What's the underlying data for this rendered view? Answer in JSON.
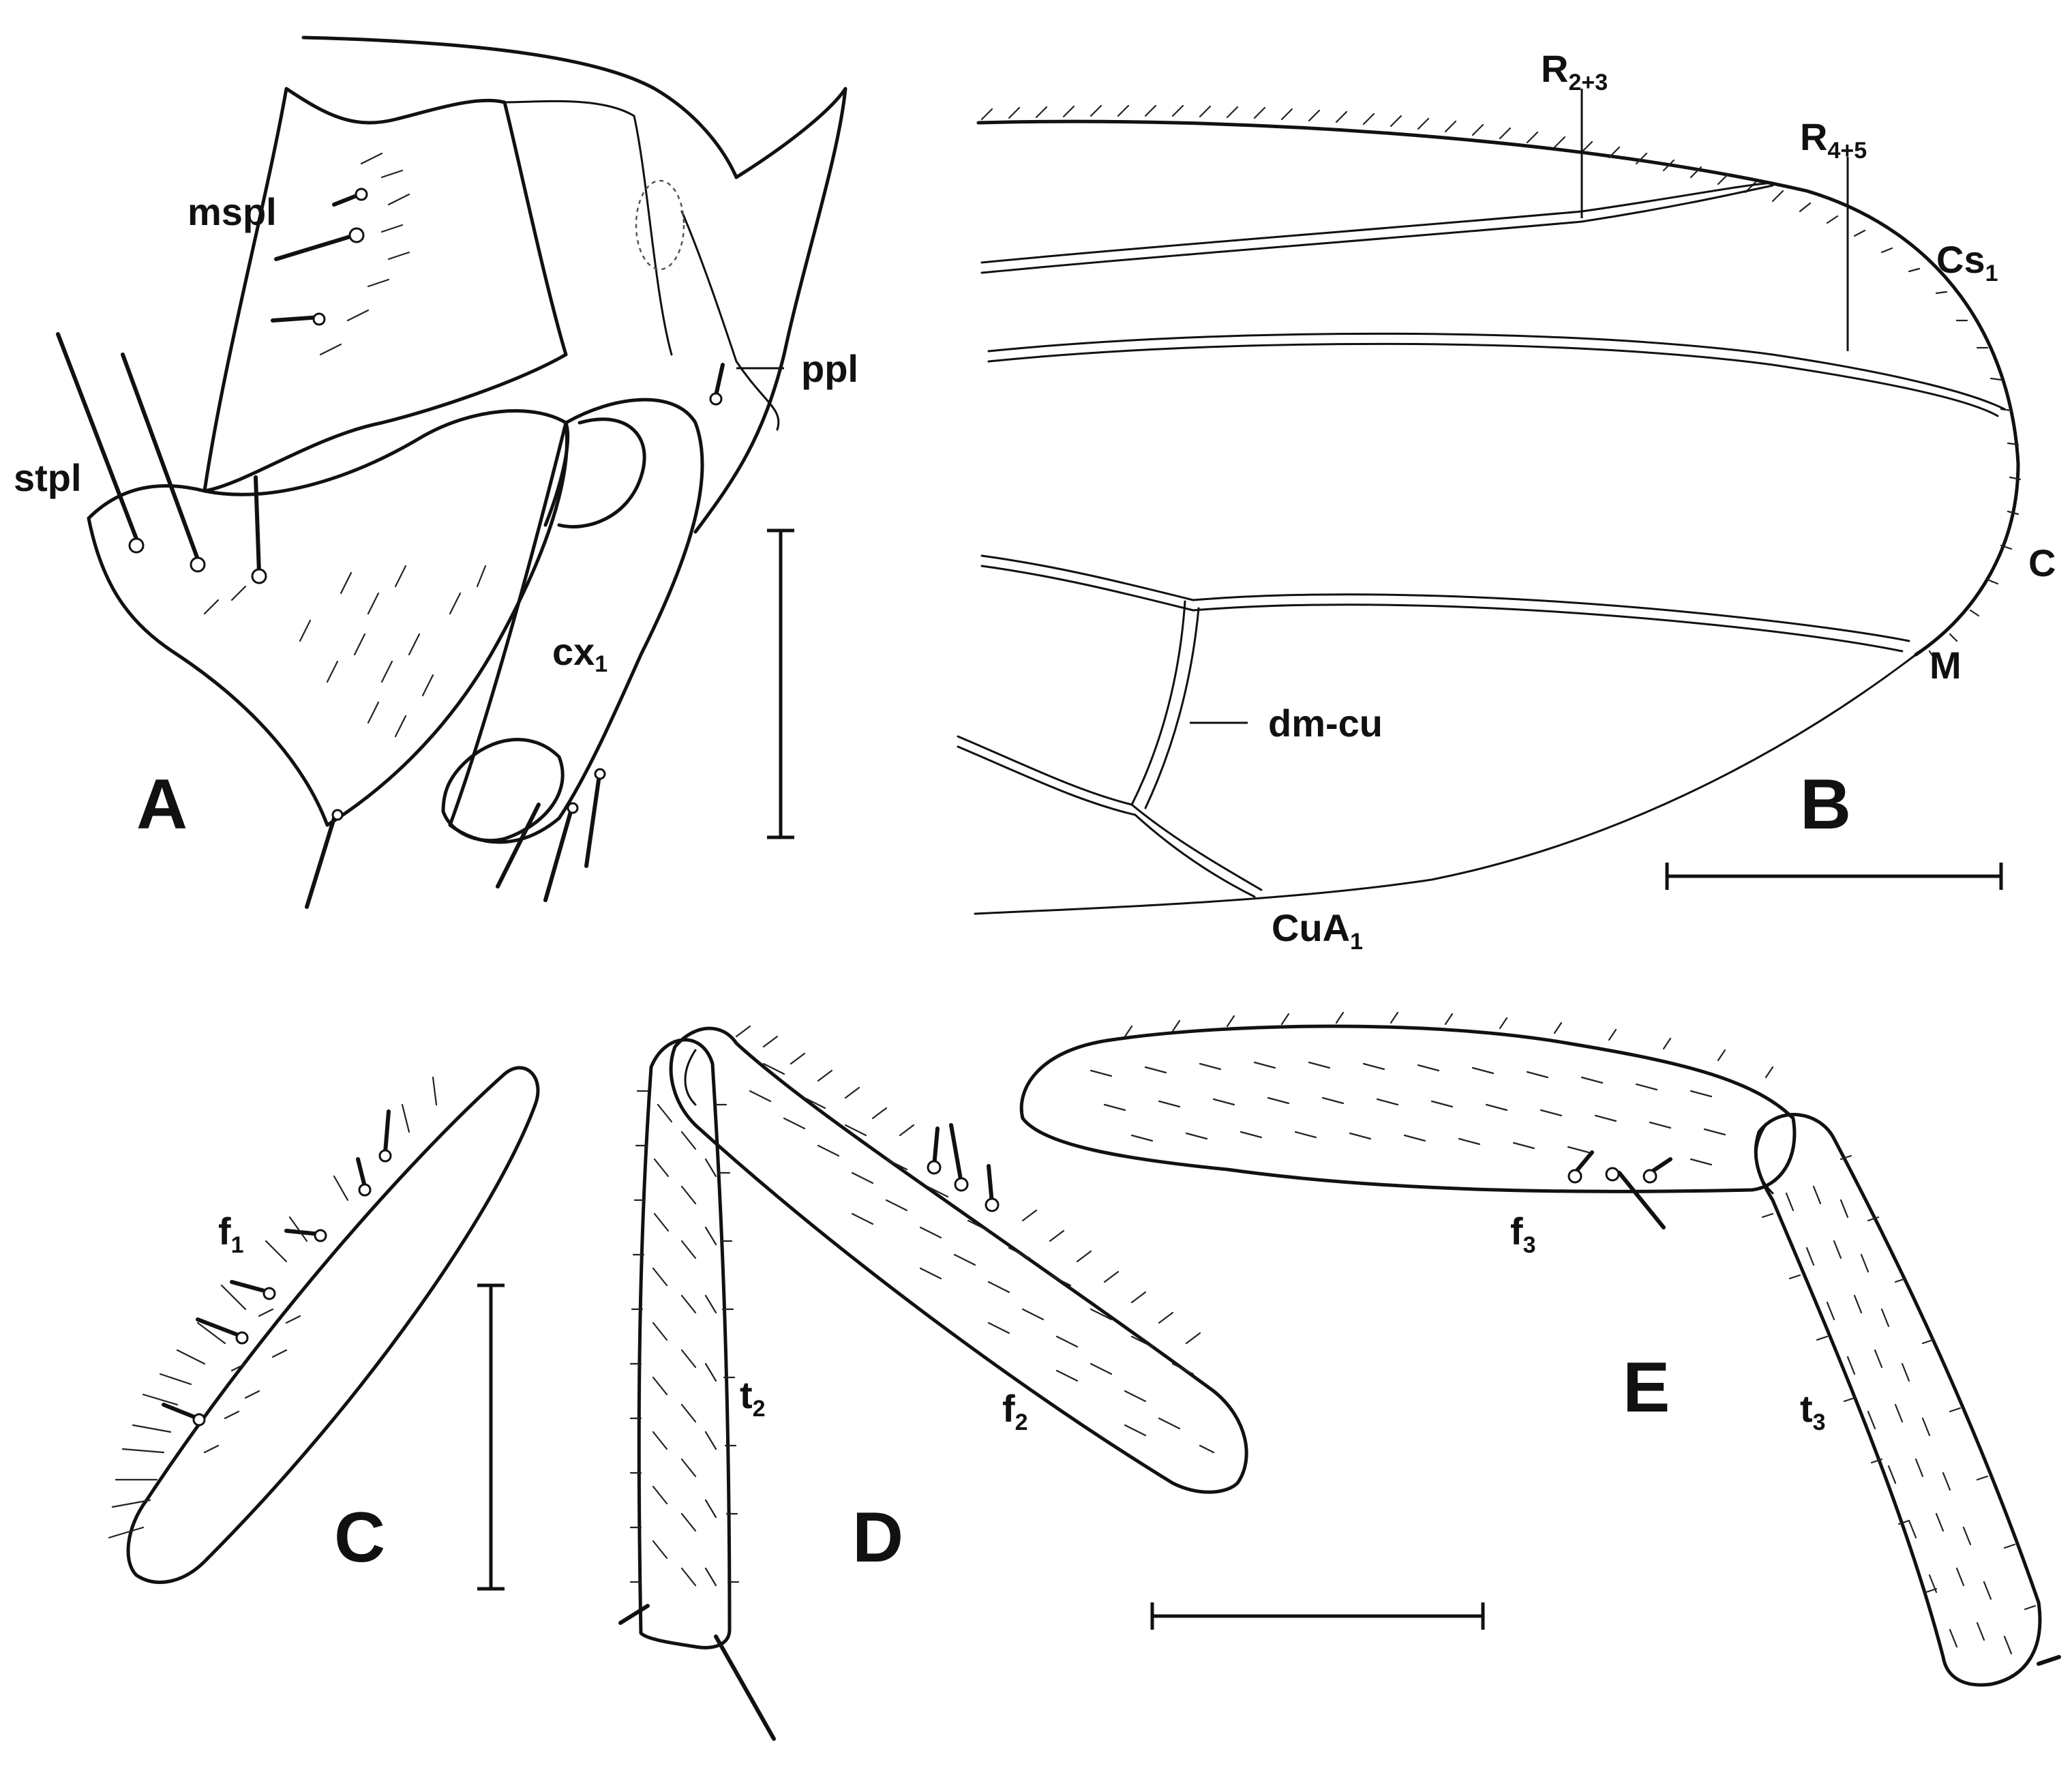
{
  "panels": {
    "A": {
      "label": "A",
      "structures": [
        {
          "base": "mspl",
          "sub": ""
        },
        {
          "base": "ppl",
          "sub": ""
        },
        {
          "base": "stpl",
          "sub": ""
        },
        {
          "base": "cx",
          "sub": "1"
        }
      ]
    },
    "B": {
      "label": "B",
      "structures": [
        {
          "base": "R",
          "sub": "2+3"
        },
        {
          "base": "R",
          "sub": "4+5"
        },
        {
          "base": "Cs",
          "sub": "1"
        },
        {
          "base": "C",
          "sub": ""
        },
        {
          "base": "M",
          "sub": ""
        },
        {
          "base": "dm-cu",
          "sub": ""
        },
        {
          "base": "CuA",
          "sub": "1"
        }
      ]
    },
    "C": {
      "label": "C",
      "structures": [
        {
          "base": "f",
          "sub": "1"
        }
      ]
    },
    "D": {
      "label": "D",
      "structures": [
        {
          "base": "t",
          "sub": "2"
        },
        {
          "base": "f",
          "sub": "2"
        }
      ]
    },
    "E": {
      "label": "E",
      "structures": [
        {
          "base": "f",
          "sub": "3"
        },
        {
          "base": "t",
          "sub": "3"
        }
      ]
    }
  }
}
